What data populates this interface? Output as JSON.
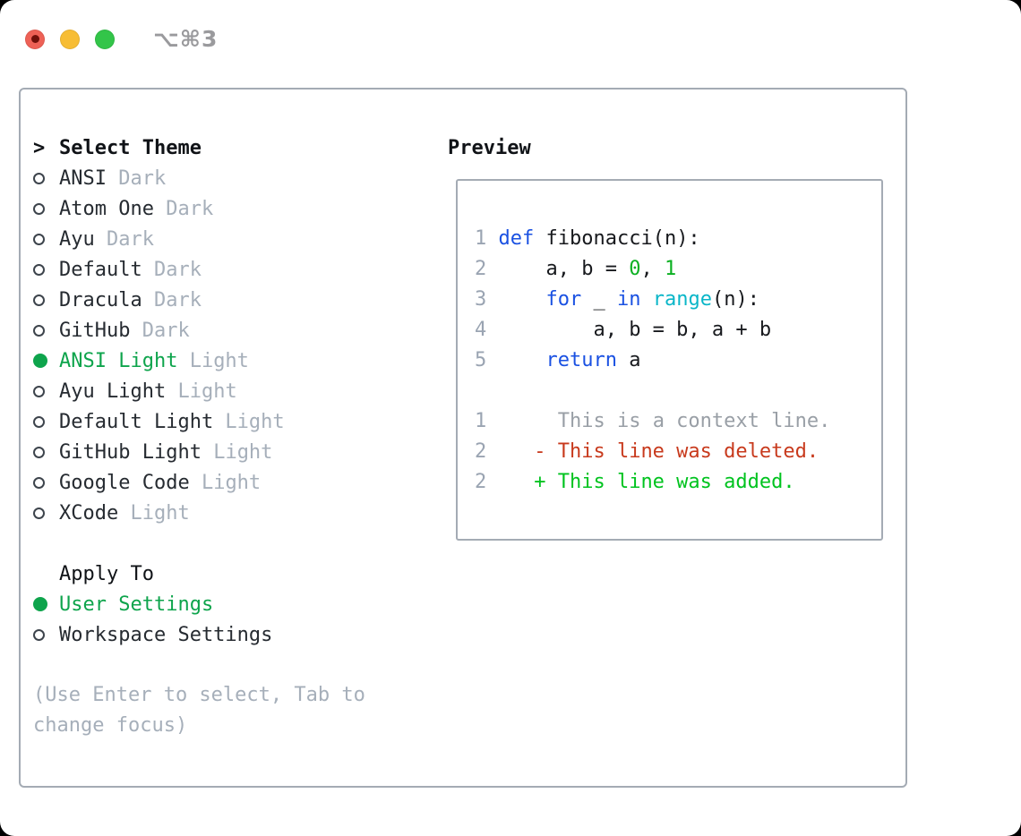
{
  "window": {
    "title": "⌥⌘3"
  },
  "theme_panel": {
    "header_prefix": ">",
    "header": "Select Theme",
    "items": [
      {
        "name": "ANSI",
        "variant": "Dark",
        "selected": false
      },
      {
        "name": "Atom One",
        "variant": "Dark",
        "selected": false
      },
      {
        "name": "Ayu",
        "variant": "Dark",
        "selected": false
      },
      {
        "name": "Default",
        "variant": "Dark",
        "selected": false
      },
      {
        "name": "Dracula",
        "variant": "Dark",
        "selected": false
      },
      {
        "name": "GitHub",
        "variant": "Dark",
        "selected": false
      },
      {
        "name": "ANSI Light",
        "variant": "Light",
        "selected": true
      },
      {
        "name": "Ayu Light",
        "variant": "Light",
        "selected": false
      },
      {
        "name": "Default Light",
        "variant": "Light",
        "selected": false
      },
      {
        "name": "GitHub Light",
        "variant": "Light",
        "selected": false
      },
      {
        "name": "Google Code",
        "variant": "Light",
        "selected": false
      },
      {
        "name": "XCode",
        "variant": "Light",
        "selected": false
      }
    ]
  },
  "apply_panel": {
    "header": "Apply To",
    "options": [
      {
        "label": "User Settings",
        "selected": true
      },
      {
        "label": "Workspace Settings",
        "selected": false
      }
    ]
  },
  "help_text": "(Use Enter to select, Tab to change focus)",
  "preview": {
    "header": "Preview",
    "code_lines": [
      {
        "segments": [
          {
            "t": "1",
            "c": "lineno"
          },
          {
            "t": " ",
            "c": "plain"
          },
          {
            "t": "def",
            "c": "kw"
          },
          {
            "t": " fibonacci(n):",
            "c": "plain"
          }
        ]
      },
      {
        "segments": [
          {
            "t": "2",
            "c": "lineno"
          },
          {
            "t": "     a, b = ",
            "c": "plain"
          },
          {
            "t": "0",
            "c": "num"
          },
          {
            "t": ", ",
            "c": "plain"
          },
          {
            "t": "1",
            "c": "num"
          }
        ]
      },
      {
        "segments": [
          {
            "t": "3",
            "c": "lineno"
          },
          {
            "t": "     ",
            "c": "plain"
          },
          {
            "t": "for",
            "c": "kw"
          },
          {
            "t": " _ ",
            "c": "plain"
          },
          {
            "t": "in",
            "c": "kw"
          },
          {
            "t": " ",
            "c": "plain"
          },
          {
            "t": "range",
            "c": "builtin"
          },
          {
            "t": "(n):",
            "c": "plain"
          }
        ]
      },
      {
        "segments": [
          {
            "t": "4",
            "c": "lineno"
          },
          {
            "t": "         a, b = b, a + b",
            "c": "plain"
          }
        ]
      },
      {
        "segments": [
          {
            "t": "5",
            "c": "lineno"
          },
          {
            "t": "     ",
            "c": "plain"
          },
          {
            "t": "return",
            "c": "kw"
          },
          {
            "t": " a",
            "c": "plain"
          }
        ]
      }
    ],
    "diff_lines": [
      {
        "segments": [
          {
            "t": "1",
            "c": "lineno"
          },
          {
            "t": "      ",
            "c": "plain"
          },
          {
            "t": "This is a context line.",
            "c": "ctx"
          }
        ]
      },
      {
        "segments": [
          {
            "t": "2",
            "c": "lineno"
          },
          {
            "t": "    ",
            "c": "plain"
          },
          {
            "t": "- This line was deleted.",
            "c": "del"
          }
        ]
      },
      {
        "segments": [
          {
            "t": "2",
            "c": "lineno"
          },
          {
            "t": "    ",
            "c": "plain"
          },
          {
            "t": "+ This line was added.",
            "c": "add"
          }
        ]
      }
    ]
  },
  "colors": {
    "kw": "#1a51e2",
    "builtin": "#0ab6c8",
    "num": "#0bb021",
    "plain": "#17191d",
    "lineno": "#9aa4b2",
    "ctx": "#999fa6",
    "del": "#c83a1d",
    "add": "#00c31f",
    "selection": "#0ea44c",
    "item-text": "#262b31",
    "muted": "#a6afba",
    "ring": "#3d444c",
    "border": "#a4abb4",
    "title": "#9a9a9d",
    "light-red": "#ee6156",
    "light-red-dot": "#70100a",
    "light-yellow": "#f7bd34",
    "light-green": "#33c549"
  }
}
